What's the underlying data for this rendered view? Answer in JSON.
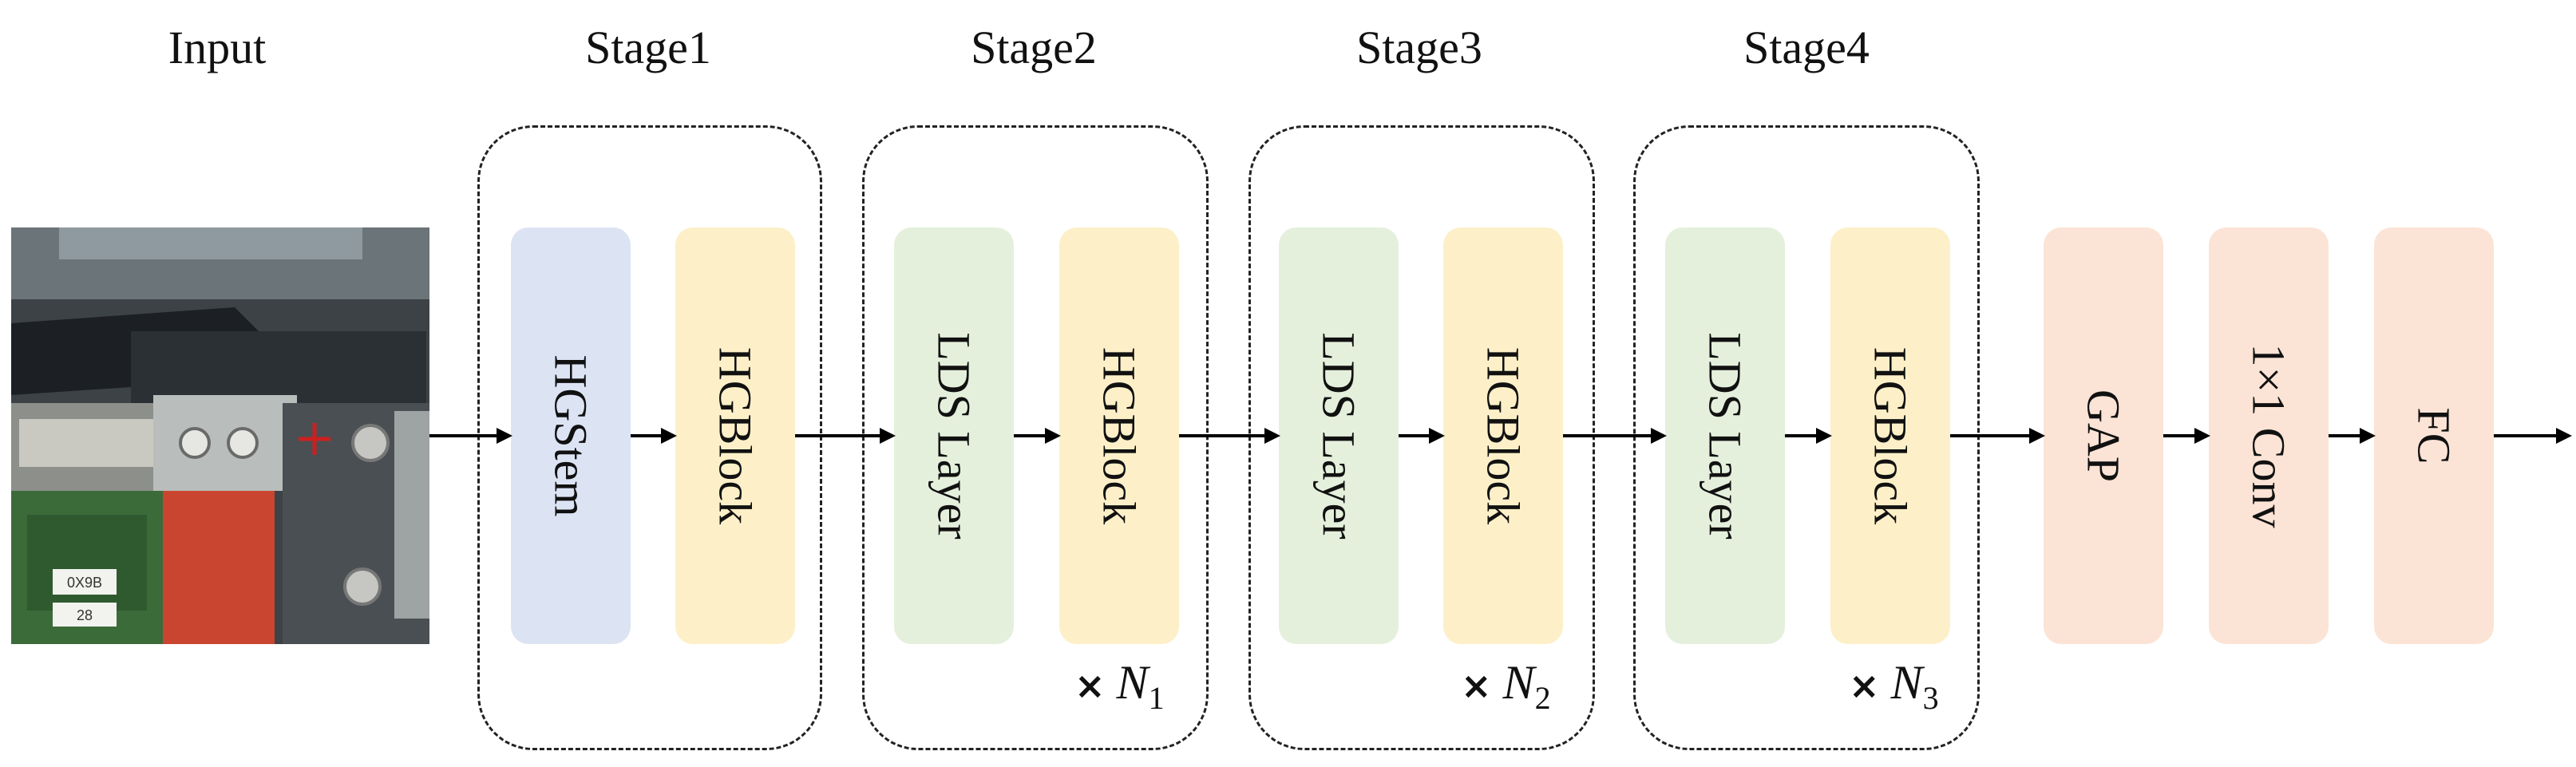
{
  "titles": {
    "input": "Input",
    "stage1": "Stage1",
    "stage2": "Stage2",
    "stage3": "Stage3",
    "stage4": "Stage4"
  },
  "blocks": {
    "hgstem": "HGStem",
    "hgblock": "HGBlock",
    "lds_layer": "LDS Layer",
    "gap": "GAP",
    "conv": "1×1  Conv",
    "fc": "FC"
  },
  "repeats": {
    "times": "×",
    "n": "N",
    "n1_sub": "1",
    "n2_sub": "2",
    "n3_sub": "3"
  },
  "input_image": {
    "label_a": "0X9B",
    "label_b": "28"
  },
  "colors": {
    "hgstem": "#dce4f4",
    "hgblock": "#fdf0c8",
    "lds_layer": "#e4f0dc",
    "head": "#fbe4d6",
    "arrow": "#000000",
    "dashed_border": "#222222"
  }
}
